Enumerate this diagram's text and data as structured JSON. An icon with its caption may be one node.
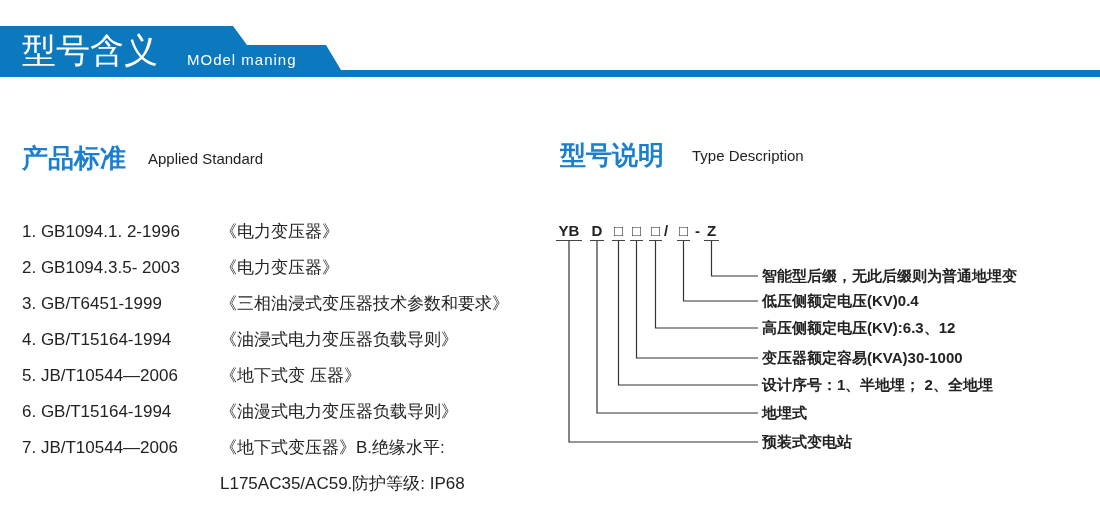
{
  "diagram": {
    "title": "型号含义",
    "nodes": [
      {
        "text": [
          "YB"
        ]
      },
      {
        "text": [
          "D"
        ]
      },
      {
        "text": [
          "□"
        ]
      },
      {
        "text": [
          "□"
        ]
      },
      {
        "text": [
          "□"
        ]
      },
      {
        "text": [
          "□"
        ]
      },
      {
        "text": [
          "Z"
        ]
      },
      {
        "text": [
          "智能型后缀，无此后缀则为普通地埋变"
        ]
      },
      {
        "text": [
          "低压侧额定电压(KV)0.4"
        ]
      },
      {
        "text": [
          "高压侧额定电压(KV):6.3、12"
        ]
      },
      {
        "text": [
          "变压器额定容易(KVA)30-1000"
        ]
      },
      {
        "text": [
          "设计序号：1、半地埋； 2、全地埋"
        ]
      },
      {
        "text": [
          "地埋式"
        ]
      },
      {
        "text": [
          "预装式变电站"
        ]
      }
    ],
    "edges": [
      {
        "from": 6,
        "to": 7,
        "arrow": "none"
      },
      {
        "from": 5,
        "to": 8,
        "arrow": "none"
      },
      {
        "from": 4,
        "to": 9,
        "arrow": "none"
      },
      {
        "from": 3,
        "to": 10,
        "arrow": "none"
      },
      {
        "from": 2,
        "to": 11,
        "arrow": "none"
      },
      {
        "from": 1,
        "to": 12,
        "arrow": "none"
      },
      {
        "from": 0,
        "to": 13,
        "arrow": "none"
      }
    ],
    "labels": [
      "MOdel maning",
      "产品标准",
      "Applied Standard",
      "型号说明",
      "Type Description",
      "1. GB1094.1. 2-1996",
      "《电力变压器》",
      "2. GB1094.3.5- 2003",
      "《电力变压器》",
      "3. GB/T6451-1999",
      "《三相油浸式变压器技术参数和要求》",
      "4. GB/T15164-1994",
      "《油浸式电力变压器负载导则》",
      "5. JB/T10544—2006",
      "《地下式变 压器》",
      "6. GB/T15164-1994",
      "《油漫式电力变压器负载导则》",
      "7. JB/T10544—2006",
      "《地下式变压器》B.绝缘水平: L175AC35/AC59.防护等级: IP68",
      "/",
      "-"
    ]
  }
}
